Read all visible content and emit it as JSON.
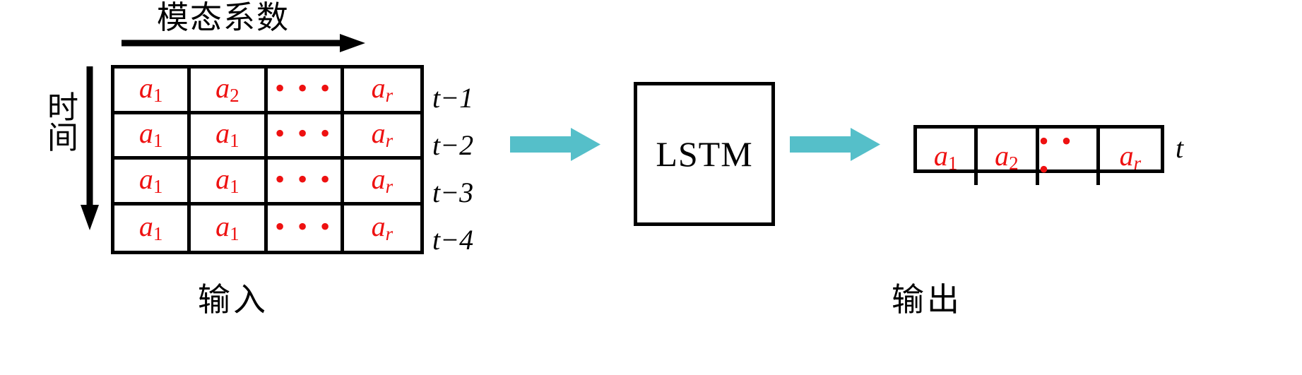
{
  "diagram": {
    "top_axis_label": "模态系数",
    "side_axis_label_chars": [
      "时",
      "间"
    ],
    "input_caption": "输入",
    "output_caption": "输出",
    "model_label": "LSTM",
    "accent_arrow_color": "#55bfc9",
    "symbol_color": "#ee1111",
    "line_color": "#000000",
    "icons": {
      "coeff_arrow": "right-arrow-icon",
      "time_arrow": "down-arrow-icon",
      "flow_arrow_in": "block-arrow-right-icon",
      "flow_arrow_out": "block-arrow-right-icon"
    }
  },
  "input_matrix": {
    "row_labels": [
      "t−1",
      "t−2",
      "t−3",
      "t−4"
    ],
    "rows": [
      [
        {
          "base": "a",
          "sub": "1",
          "sub_italic": false
        },
        {
          "base": "a",
          "sub": "2",
          "sub_italic": false
        },
        {
          "ellipsis": "• • •"
        },
        {
          "base": "a",
          "sub": "r",
          "sub_italic": true
        }
      ],
      [
        {
          "base": "a",
          "sub": "1",
          "sub_italic": false
        },
        {
          "base": "a",
          "sub": "1",
          "sub_italic": false
        },
        {
          "ellipsis": "• • •"
        },
        {
          "base": "a",
          "sub": "r",
          "sub_italic": true
        }
      ],
      [
        {
          "base": "a",
          "sub": "1",
          "sub_italic": false
        },
        {
          "base": "a",
          "sub": "1",
          "sub_italic": false
        },
        {
          "ellipsis": "• • •"
        },
        {
          "base": "a",
          "sub": "r",
          "sub_italic": true
        }
      ],
      [
        {
          "base": "a",
          "sub": "1",
          "sub_italic": false
        },
        {
          "base": "a",
          "sub": "1",
          "sub_italic": false
        },
        {
          "ellipsis": "• • •"
        },
        {
          "base": "a",
          "sub": "r",
          "sub_italic": true
        }
      ]
    ]
  },
  "output_vector": {
    "label": "t",
    "cells": [
      {
        "base": "a",
        "sub": "1",
        "sub_italic": false
      },
      {
        "base": "a",
        "sub": "2",
        "sub_italic": false
      },
      {
        "ellipsis": "• • •"
      },
      {
        "base": "a",
        "sub": "r",
        "sub_italic": true
      }
    ]
  }
}
